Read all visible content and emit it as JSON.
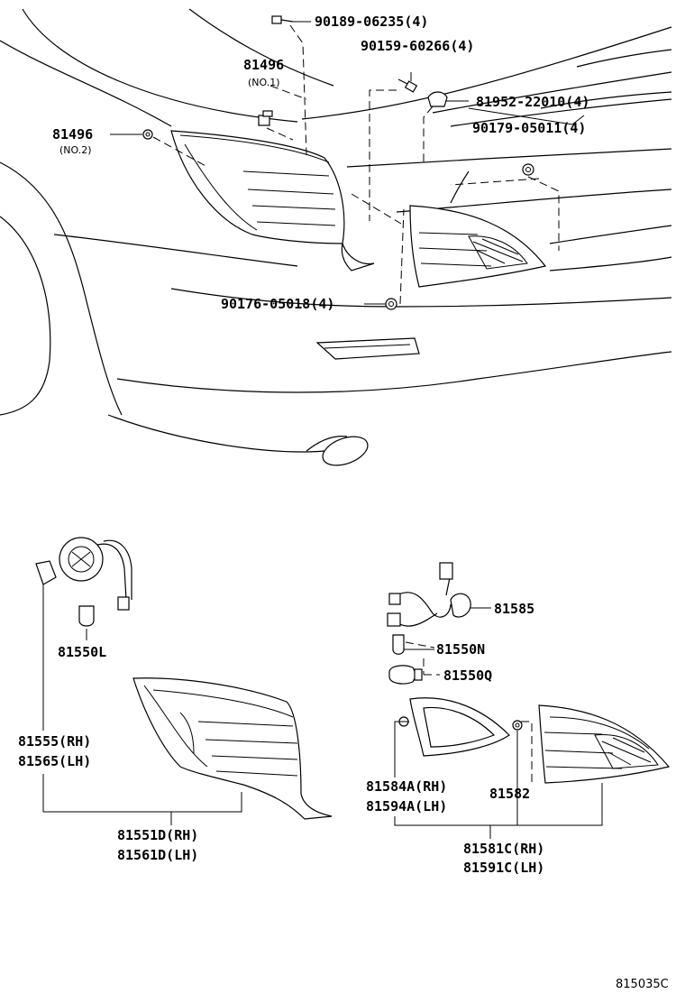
{
  "diagram": {
    "labels": {
      "p90189": "90189-06235(4)",
      "p90159": "90159-60266(4)",
      "p81496_top": "81496",
      "no1": "(NO.1)",
      "p81952": "81952-22010(4)",
      "p81496_left": "81496",
      "no2": "(NO.2)",
      "p90179": "90179-05011(4)",
      "p90176": "90176-05018(4)",
      "p81550L": "81550L",
      "p81585": "81585",
      "p81550N": "81550N",
      "p81550Q": "81550Q",
      "p81555": "81555(RH)",
      "p81565": "81565(LH)",
      "p81584A": "81584A(RH)",
      "p81594A": "81594A(LH)",
      "p81582": "81582",
      "p81551D": "81551D(RH)",
      "p81561D": "81561D(LH)",
      "p81581C": "81581C(RH)",
      "p81591C": "81591C(LH)",
      "ref": "815035C"
    }
  }
}
